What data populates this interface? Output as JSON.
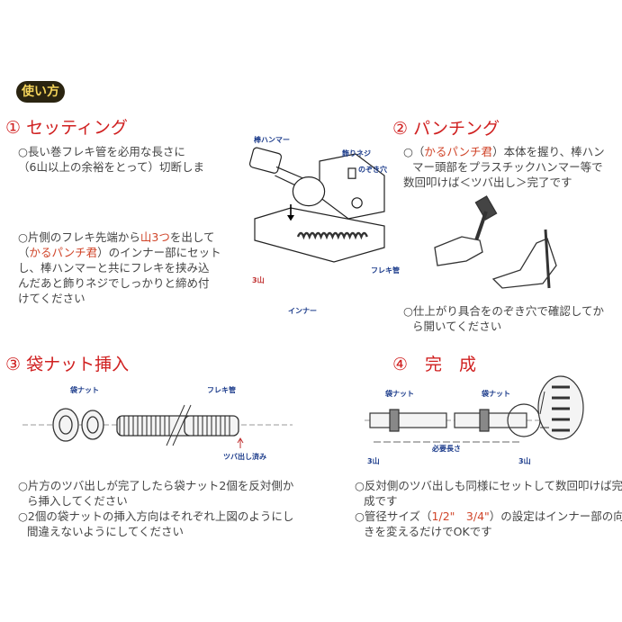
{
  "badge": "使い方",
  "s1": {
    "title": "① セッティング",
    "p1": [
      "○長い巻フレキ管を必用な長さに",
      "（6山以上の余裕をとって）切断しま"
    ],
    "p2a": "○片側のフレキ先端から",
    "p2b": "山3つ",
    "p2c": "を出して",
    "p2d": "（",
    "p2e": "かるパンチ君",
    "p2f": "）のインナー部にセット",
    "p2g": [
      "し、棒ハンマーと共にフレキを挟み込",
      "んだあと飾りネジでしっかりと締め付",
      "けてください"
    ],
    "labels": {
      "hammer": "棒ハンマー",
      "screw": "飾りネジ",
      "hole": "のぞき穴",
      "pipe": "フレキ管",
      "three": "3山",
      "inner": "インナー"
    }
  },
  "s2": {
    "title": "② パンチング",
    "p1a": "○（",
    "p1b": "かるパンチ君",
    "p1c": "）本体を握り、棒ハン",
    "p1d": [
      "マー頭部をプラスチックハンマー等で",
      "数回叩けば＜ツバ出し＞完了です"
    ],
    "p2": [
      "○仕上がり具合をのぞき穴で確認してか",
      "ら開いてください"
    ]
  },
  "s3": {
    "title": "③ 袋ナット挿入",
    "labels": {
      "nut": "袋ナット",
      "pipe": "フレキ管",
      "flared": "ツバ出し済み"
    },
    "p1": [
      "○片方のツバ出しが完了したら袋ナット2個を反対側か",
      "ら挿入してください"
    ],
    "p2": [
      "○2個の袋ナットの挿入方向はそれぞれ上図のようにし",
      "間違えないようにしてください"
    ]
  },
  "s4": {
    "title": "④　完　成",
    "labels": {
      "nut1": "袋ナット",
      "nut2": "袋ナット",
      "length": "必要長さ",
      "three1": "3山",
      "three2": "3山"
    },
    "p1": [
      "○反対側のツバ出しも同様にセットして数回叩けば完",
      "成です"
    ],
    "p2a": "○管径サイズ（",
    "p2b": "1/2\"　3/4\"",
    "p2c": "）の設定はインナー部の向",
    "p2d": "きを変えるだけでOKです"
  }
}
